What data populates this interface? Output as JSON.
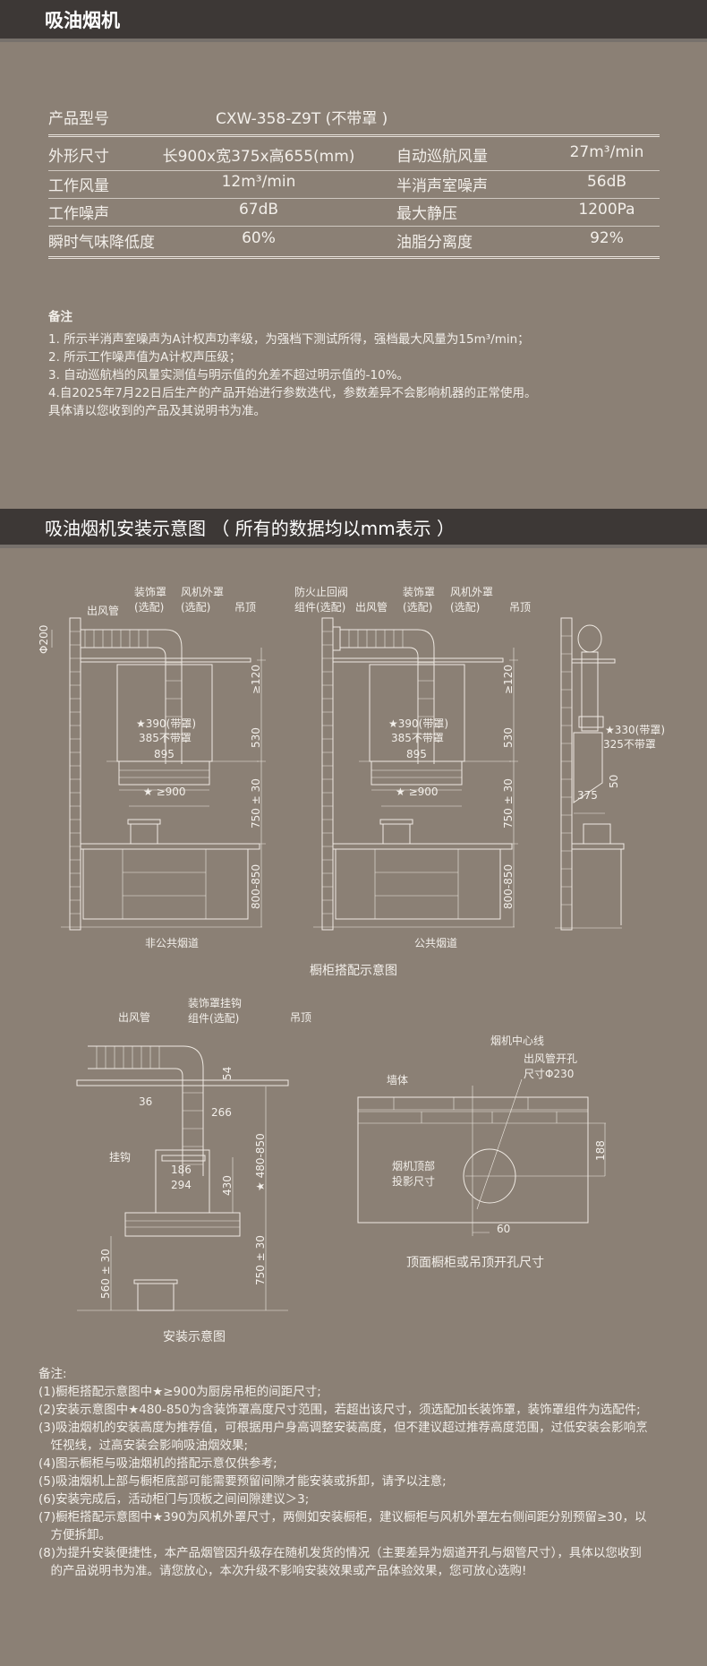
{
  "header": {
    "title": "吸油烟机"
  },
  "spec": {
    "model_label": "产品型号",
    "model_value": "CXW-358-Z9T (不带罩 )",
    "rows": [
      {
        "l1": "外形尺寸",
        "v1": "长900x宽375x高655(mm)",
        "l2": "自动巡航风量",
        "v2": "27m³/min"
      },
      {
        "l1": "工作风量",
        "v1": "12m³/min",
        "l2": "半消声室噪声",
        "v2": "56dB"
      },
      {
        "l1": "工作噪声",
        "v1": "67dB",
        "l2": "最大静压",
        "v2": "1200Pa"
      },
      {
        "l1": "瞬时气味降低度",
        "v1": "60%",
        "l2": "油脂分离度",
        "v2": "92%"
      }
    ]
  },
  "notes": {
    "title": "备注",
    "lines": [
      "1. 所示半消声室噪声为A计权声功率级，为强档下测试所得，强档最大风量为15m³/min；",
      "2. 所示工作噪声值为A计权声压级；",
      "3. 自动巡航档的风量实测值与明示值的允差不超过明示值的-10%。",
      "4.自2025年7月22日后生产的产品开始进行参数迭代，参数差异不会影响机器的正常使用。",
      "具体请以您收到的产品及其说明书为准。"
    ]
  },
  "section2": {
    "title": "吸油烟机安装示意图 （ 所有的数据均以mm表示 ）"
  },
  "diagram1": {
    "labels": {
      "duct": "出风管",
      "cover": "装饰罩",
      "optional": "(选配)",
      "fan_cover": "风机外罩",
      "ceiling": "吊顶",
      "fire_valve": "防火止回阀",
      "valve_part": "组件(选配)"
    },
    "dims": {
      "phi200": "Φ200",
      "ge120": "≥120",
      "d530": "530",
      "d750": "750 ± 30",
      "d800": "800-850",
      "s390": "★390(带罩)",
      "d385": "385不带罩",
      "d895": "895",
      "ge900": "★ ≥900",
      "s330": "★330(带罩)",
      "d325": "325不带罩",
      "d50": "50",
      "d375": "375"
    },
    "sub1": "非公共烟道",
    "sub2": "公共烟道",
    "caption": "橱柜搭配示意图"
  },
  "diagram2": {
    "labels": {
      "duct": "出风管",
      "hook_part1": "装饰罩挂钩",
      "hook_part2": "组件(选配)",
      "ceiling": "吊顶",
      "hook": "挂钩"
    },
    "dims": {
      "d54": "54",
      "d36": "36",
      "d266": "266",
      "d480": "★ 480-850",
      "d186": "186",
      "d294": "294",
      "d430": "430",
      "d560": "560 ± 30",
      "d750": "750 ± 30"
    },
    "caption": "安装示意图"
  },
  "diagram3": {
    "labels": {
      "center": "烟机中心线",
      "hole1": "出风管开孔",
      "hole2": "尺寸Φ230",
      "wall": "墙体",
      "proj1": "烟机顶部",
      "proj2": "投影尺寸"
    },
    "dims": {
      "d188": "188",
      "d60": "60"
    },
    "caption": "顶面橱柜或吊顶开孔尺寸"
  },
  "notes2": {
    "title": "备注:",
    "lines": [
      "(1)橱柜搭配示意图中★≥900为厨房吊柜的间距尺寸;",
      "(2)安装示意图中★480-850为含装饰罩高度尺寸范围，若超出该尺寸，须选配加长装饰罩，装饰罩组件为选配件;",
      "(3)吸油烟机的安装高度为推荐值，可根据用户身高调整安装高度，但不建议超过推荐高度范围，过低安装会影响烹",
      "　饪视线，过高安装会影响吸油烟效果;",
      "(4)图示橱柜与吸油烟机的搭配示意仅供参考;",
      "(5)吸油烟机上部与橱柜底部可能需要预留间隙才能安装或拆卸，请予以注意;",
      "(6)安装完成后，活动柜门与顶板之间间隙建议＞3;",
      "(7)橱柜搭配示意图中★390为风机外罩尺寸，两侧如安装橱柜，建议橱柜与风机外罩左右侧间距分别预留≥30，以",
      "　方便拆卸。",
      "(8)为提升安装便捷性，本产品烟管因升级存在随机发货的情况（主要差异为烟道开孔与烟管尺寸），具体以您收到",
      "　的产品说明书为准。请您放心，本次升级不影响安装效果或产品体验效果，您可放心选购!"
    ]
  },
  "colors": {
    "bg": "#8b8075",
    "header": "#3d3836"
  }
}
